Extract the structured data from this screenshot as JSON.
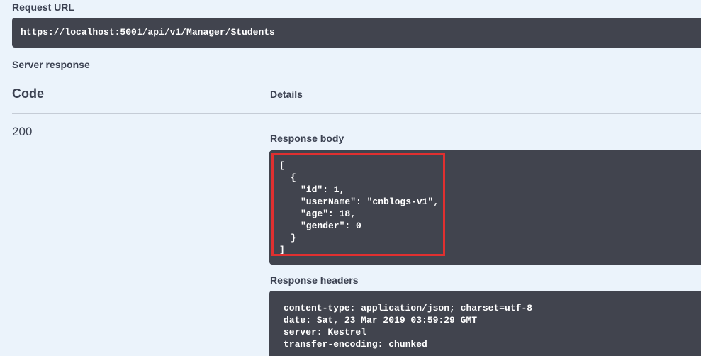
{
  "request_url": {
    "label": "Request URL",
    "value": "https://localhost:5001/api/v1/Manager/Students"
  },
  "server_response": {
    "label": "Server response",
    "columns": {
      "code": "Code",
      "details": "Details"
    },
    "status_code": "200",
    "response_body": {
      "label": "Response body",
      "lines": [
        "[",
        "{",
        "\"id\": 1,",
        "\"userName\": \"cnblogs-v1\",",
        "\"age\": 18,",
        "\"gender\": 0",
        "}",
        "]"
      ]
    },
    "response_headers": {
      "label": "Response headers",
      "lines": [
        "content-type: application/json; charset=utf-8",
        "date: Sat, 23 Mar 2019 03:59:29 GMT",
        "server: Kestrel",
        "transfer-encoding: chunked"
      ]
    }
  },
  "colors": {
    "background": "#ebf3fb",
    "code_block": "#41444e",
    "highlight_border": "#e03030"
  }
}
